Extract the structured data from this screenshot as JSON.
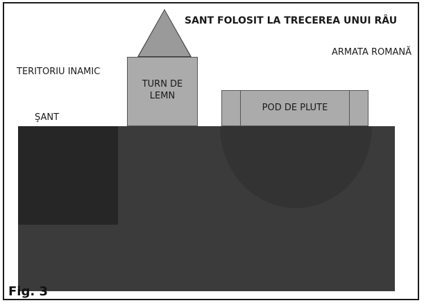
{
  "title": "SANT FOLOSIT LA TRECEREA UNUI RÂU",
  "labels": {
    "roman_army": "ARMATA ROMANĂ",
    "enemy_territory": "TERITORIU INAMIC",
    "ditch": "ŞANT",
    "tower": "TURN DE\nLEMN",
    "tower_line1": "TURN DE",
    "tower_line2": "LEMN",
    "bridge": "POD DE PLUTE"
  },
  "figure_label": "Fig. 3",
  "colors": {
    "ground": "#3b3b3b",
    "ditch": "#262626",
    "river": "#333333",
    "structures": "#ababab",
    "roof": "#9a9a9a"
  }
}
